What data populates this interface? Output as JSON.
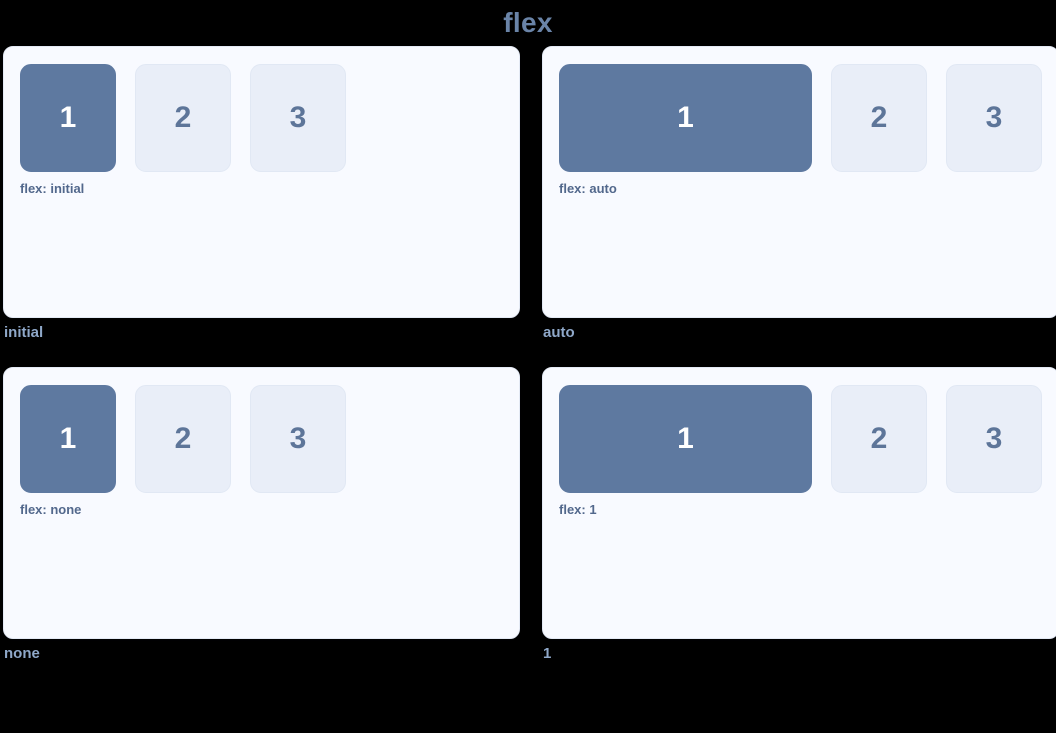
{
  "page": {
    "title": "flex",
    "background_color": "#000000",
    "title_color": "#6a84a8"
  },
  "theme": {
    "panel_background": "#f8faff",
    "panel_border": "#e4eaf5",
    "primary_box_color": "#5e79a0",
    "muted_box_color": "#e9eef8",
    "muted_box_text": "#5d7599",
    "primary_box_text": "#ffffff",
    "caption_color": "#52688c",
    "cell_label_color": "#8fa8c9"
  },
  "demos": [
    {
      "name": "initial",
      "caption": "flex: initial",
      "variant_class": "flex-initial",
      "boxes": [
        {
          "label": "1",
          "style": "primary"
        },
        {
          "label": "2",
          "style": "muted"
        },
        {
          "label": "3",
          "style": "muted"
        }
      ]
    },
    {
      "name": "auto",
      "caption": "flex: auto",
      "variant_class": "flex-auto",
      "boxes": [
        {
          "label": "1",
          "style": "primary"
        },
        {
          "label": "2",
          "style": "muted"
        },
        {
          "label": "3",
          "style": "muted"
        }
      ]
    },
    {
      "name": "none",
      "caption": "flex: none",
      "variant_class": "flex-none",
      "boxes": [
        {
          "label": "1",
          "style": "primary"
        },
        {
          "label": "2",
          "style": "muted"
        },
        {
          "label": "3",
          "style": "muted"
        }
      ]
    },
    {
      "name": "1",
      "caption": "flex: 1",
      "variant_class": "flex-one",
      "boxes": [
        {
          "label": "1",
          "style": "primary"
        },
        {
          "label": "2",
          "style": "muted"
        },
        {
          "label": "3",
          "style": "muted"
        }
      ]
    }
  ]
}
